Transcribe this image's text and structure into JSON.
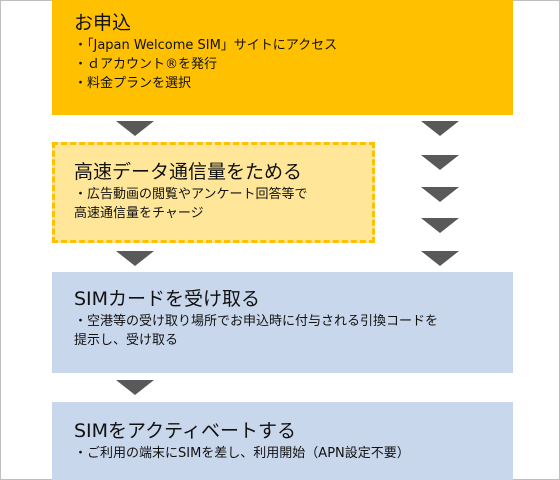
{
  "steps": [
    {
      "title": "お申込",
      "lines": [
        "・「Japan Welcome SIM」サイトにアクセス",
        "・ｄアカウント®を発行",
        "・料金プランを選択"
      ]
    },
    {
      "title": "高速データ通信量をためる",
      "lines": [
        "・広告動画の閲覧やアンケート回答等で",
        "高速通信量をチャージ"
      ]
    },
    {
      "title": "SIMカードを受け取る",
      "lines": [
        "・空港等の受け取り場所でお申込時に付与される引換コードを",
        "提示し、受け取る"
      ]
    },
    {
      "title": "SIMをアクティベートする",
      "lines": [
        "・ご利用の端末にSIMを差し、利用開始（APN設定不要）"
      ]
    }
  ],
  "colors": {
    "step_orange": "#ffc000",
    "step_light_orange": "#ffe699",
    "step_blue": "#c9d7ec",
    "arrow": "#595959"
  }
}
